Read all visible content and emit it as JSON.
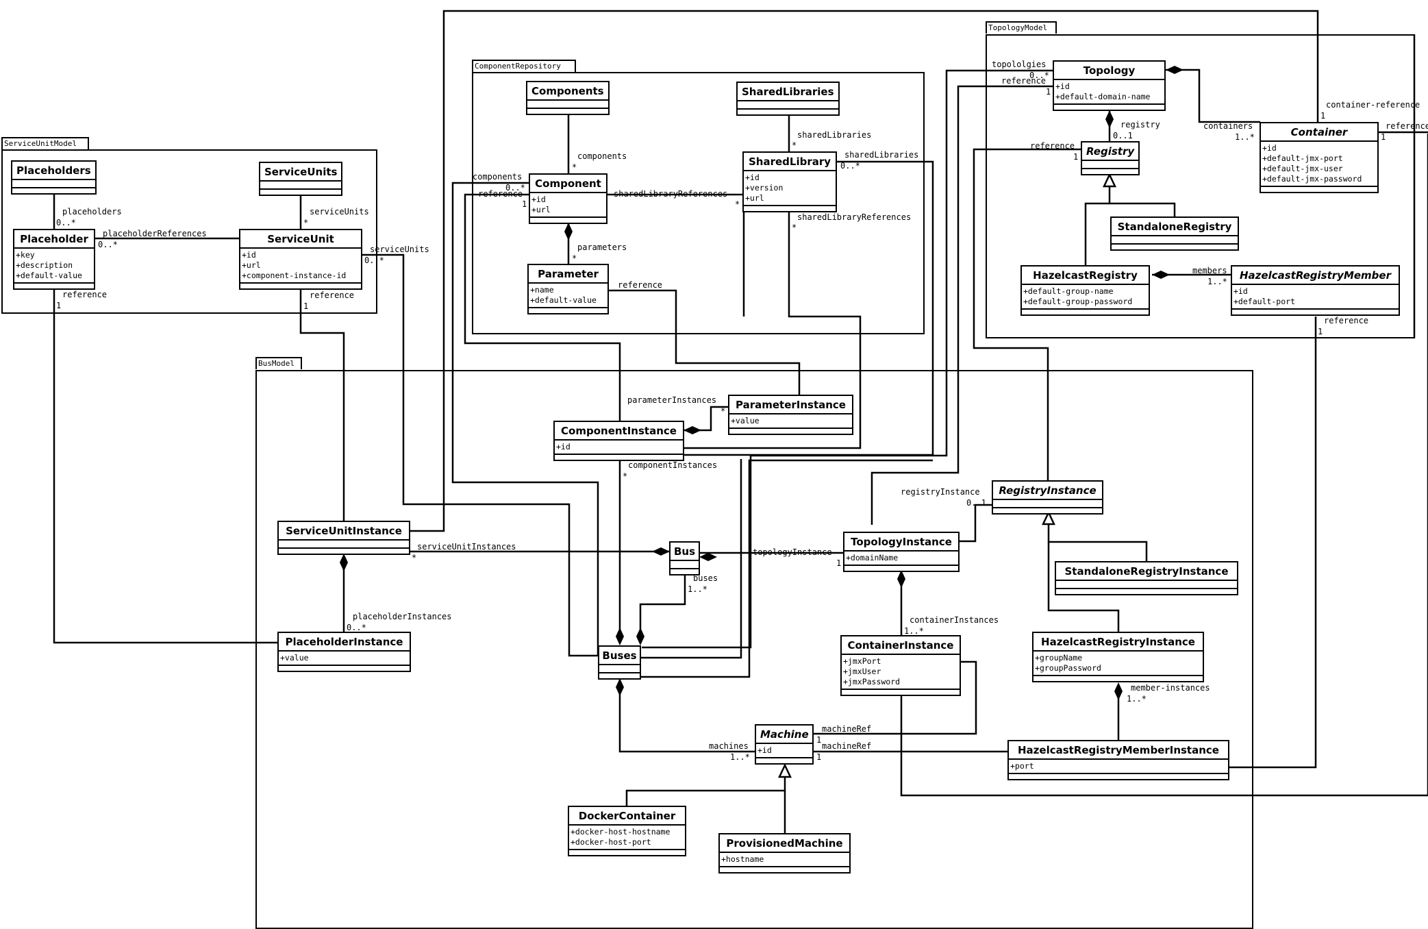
{
  "packages": {
    "service_unit_model": "ServiceUnitModel",
    "component_repository": "ComponentRepository",
    "topology_model": "TopologyModel",
    "bus_model": "BusModel"
  },
  "classes": {
    "placeholders": {
      "name": "Placeholders",
      "attributes": []
    },
    "service_units": {
      "name": "ServiceUnits",
      "attributes": []
    },
    "placeholder": {
      "name": "Placeholder",
      "attributes": [
        "+key",
        "+description",
        "+default-value"
      ]
    },
    "service_unit": {
      "name": "ServiceUnit",
      "attributes": [
        "+id",
        "+url",
        "+component-instance-id"
      ]
    },
    "components": {
      "name": "Components",
      "attributes": []
    },
    "shared_libraries": {
      "name": "SharedLibraries",
      "attributes": []
    },
    "component": {
      "name": "Component",
      "attributes": [
        "+id",
        "+url"
      ]
    },
    "shared_library": {
      "name": "SharedLibrary",
      "attributes": [
        "+id",
        "+version",
        "+url"
      ]
    },
    "parameter": {
      "name": "Parameter",
      "attributes": [
        "+name",
        "+default-value"
      ]
    },
    "topology": {
      "name": "Topology",
      "attributes": [
        "+id",
        "+default-domain-name"
      ]
    },
    "registry": {
      "name": "Registry",
      "abstract": true,
      "attributes": []
    },
    "container": {
      "name": "Container",
      "abstract": true,
      "attributes": [
        "+id",
        "+default-jmx-port",
        "+default-jmx-user",
        "+default-jmx-password"
      ]
    },
    "standalone_registry": {
      "name": "StandaloneRegistry",
      "attributes": []
    },
    "hazelcast_registry": {
      "name": "HazelcastRegistry",
      "attributes": [
        "+default-group-name",
        "+default-group-password"
      ]
    },
    "hazelcast_registry_member": {
      "name": "HazelcastRegistryMember",
      "abstract": true,
      "attributes": [
        "+id",
        "+default-port"
      ]
    },
    "parameter_instance": {
      "name": "ParameterInstance",
      "attributes": [
        "+value"
      ]
    },
    "component_instance": {
      "name": "ComponentInstance",
      "attributes": [
        "+id"
      ]
    },
    "registry_instance": {
      "name": "RegistryInstance",
      "abstract": true,
      "attributes": []
    },
    "service_unit_instance": {
      "name": "ServiceUnitInstance",
      "attributes": []
    },
    "bus": {
      "name": "Bus",
      "attributes": []
    },
    "topology_instance": {
      "name": "TopologyInstance",
      "attributes": [
        "+domainName"
      ]
    },
    "standalone_registry_instance": {
      "name": "StandaloneRegistryInstance",
      "attributes": []
    },
    "placeholder_instance": {
      "name": "PlaceholderInstance",
      "attributes": [
        "+value"
      ]
    },
    "buses": {
      "name": "Buses",
      "attributes": []
    },
    "container_instance": {
      "name": "ContainerInstance",
      "attributes": [
        "+jmxPort",
        "+jmxUser",
        "+jmxPassword"
      ]
    },
    "hazelcast_registry_instance": {
      "name": "HazelcastRegistryInstance",
      "attributes": [
        "+groupName",
        "+groupPassword"
      ]
    },
    "machine": {
      "name": "Machine",
      "abstract": true,
      "attributes": [
        "+id"
      ]
    },
    "hazelcast_registry_member_instance": {
      "name": "HazelcastRegistryMemberInstance",
      "attributes": [
        "+port"
      ]
    },
    "docker_container": {
      "name": "DockerContainer",
      "attributes": [
        "+docker-host-hostname",
        "+docker-host-port"
      ]
    },
    "provisioned_machine": {
      "name": "ProvisionedMachine",
      "attributes": [
        "+hostname"
      ]
    }
  },
  "labels": {
    "placeholders_role": "placeholders",
    "placeholders_mult": "0..*",
    "service_units_role": "serviceUnits",
    "service_units_mult": "*",
    "placeholder_refs_role": "placeholderReferences",
    "placeholder_refs_mult": "0..*",
    "placeholder_ref_role": "reference",
    "placeholder_ref_mult": "1",
    "su_ref_role": "reference",
    "su_ref_mult": "1",
    "su_out_role": "serviceUnits",
    "su_out_mult": "0..*",
    "components_role": "components",
    "components_mult": "*",
    "components_in_role": "components",
    "components_in_mult": "0..*",
    "component_ref_role": "reference",
    "component_ref_mult": "1",
    "shared_lib_refs_role": "sharedLibraryReferences",
    "shared_lib_refs_mult": "*",
    "shared_libs_role": "sharedLibraries",
    "shared_libs_mult": "*",
    "shared_libs_out_role": "sharedLibraries",
    "shared_libs_out_mult": "0..*",
    "shared_lib_refs_out_role": "sharedLibraryReferences",
    "shared_lib_refs_out_mult": "*",
    "parameters_role": "parameters",
    "parameters_mult": "*",
    "parameter_ref_role": "reference",
    "topologies_role": "topololgies",
    "topologies_mult": "0..*",
    "topology_ref_role": "reference",
    "topology_ref_mult": "1",
    "registry_role": "registry",
    "registry_mult": "0..1",
    "registry_ref_role": "reference",
    "registry_ref_mult": "1",
    "containers_role": "containers",
    "containers_mult": "1..*",
    "container_reference_role": "container-reference",
    "container_reference_mult": "1",
    "container_ref_role": "reference",
    "container_ref_mult": "1",
    "members_role": "members",
    "members_mult": "1..*",
    "member_ref_role": "reference",
    "member_ref_mult": "1",
    "parameter_instances_role": "parameterInstances",
    "parameter_instances_mult": "*",
    "component_instances_role": "componentInstances",
    "component_instances_mult": "*",
    "registry_instance_role": "registryInstance",
    "registry_instance_mult": "0..1",
    "su_instances_role": "serviceUnitInstances",
    "su_instances_mult": "*",
    "topology_instance_role": "topologyInstance",
    "topology_instance_mult": "1",
    "buses_role": "buses",
    "buses_mult": "1..*",
    "placeholder_instances_role": "placeholderInstances",
    "placeholder_instances_mult": "0..*",
    "container_instances_role": "containerInstances",
    "container_instances_mult": "1..*",
    "member_instances_role": "member-instances",
    "member_instances_mult": "1..*",
    "machines_role": "machines",
    "machines_mult": "1..*",
    "machine_ref1_role": "machineRef",
    "machine_ref1_mult": "1",
    "machine_ref2_role": "machineRef",
    "machine_ref2_mult": "1"
  }
}
